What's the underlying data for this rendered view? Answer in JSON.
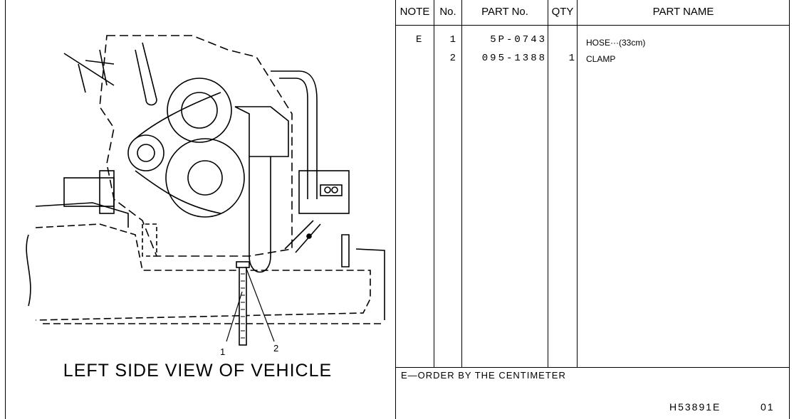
{
  "figure": {
    "caption": "LEFT SIDE VIEW OF VEHICLE",
    "callouts": [
      "1",
      "2"
    ]
  },
  "table": {
    "headers": {
      "note": "NOTE",
      "no": "No.",
      "part_no": "PART No.",
      "qty": "QTY",
      "part_name": "PART NAME"
    },
    "rows": [
      {
        "note": "E",
        "no": "1",
        "part_no": "5P-0743",
        "qty": "",
        "part_name": "HOSE···(33cm)"
      },
      {
        "note": "",
        "no": "2",
        "part_no": "095-1388",
        "qty": "1",
        "part_name": "CLAMP"
      }
    ]
  },
  "footer": {
    "note_text": "E—ORDER BY THE CENTIMETER",
    "doc_code": "H53891E",
    "sheet": "01"
  }
}
